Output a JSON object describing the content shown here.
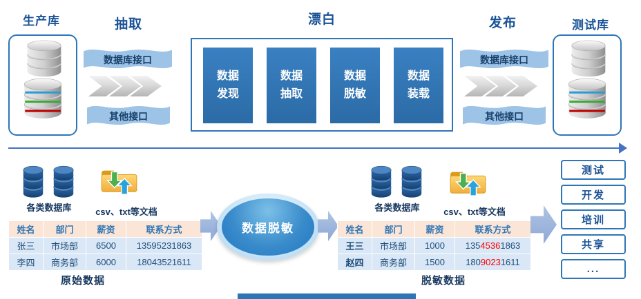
{
  "stages": {
    "production_db": "生产库",
    "extract": "抽取",
    "bleach": "漂白",
    "publish": "发布",
    "test_db": "测试库"
  },
  "interfaces": {
    "left_db": "数据库接口",
    "left_other": "其他接口",
    "right_db": "数据库接口",
    "right_other": "其他接口"
  },
  "process_boxes": [
    {
      "line1": "数据",
      "line2": "发现"
    },
    {
      "line1": "数据",
      "line2": "抽取"
    },
    {
      "line1": "数据",
      "line2": "脱敏"
    },
    {
      "line1": "数据",
      "line2": "装载"
    }
  ],
  "sources_left": {
    "db_label": "各类数据库",
    "file_label": "csv、txt等文档"
  },
  "sources_right": {
    "db_label": "各类数据库",
    "file_label": "csv、txt等文档"
  },
  "masking": {
    "label": "数据脱敏"
  },
  "original_table": {
    "caption": "原始数据",
    "headers": [
      "姓名",
      "部门",
      "薪资",
      "联系方式"
    ],
    "rows": [
      {
        "name": "张三",
        "dept": "市场部",
        "salary": "6500",
        "contact": "13595231863"
      },
      {
        "name": "李四",
        "dept": "商务部",
        "salary": "6000",
        "contact": "18043521611"
      }
    ]
  },
  "masked_table": {
    "caption": "脱敏数据",
    "headers": [
      "姓名",
      "部门",
      "薪资",
      "联系方式"
    ],
    "rows": [
      {
        "name": "王三",
        "dept": "市场部",
        "salary": "1000",
        "contact_pre": "135",
        "contact_masked": "4536",
        "contact_post": "1863"
      },
      {
        "name": "赵四",
        "dept": "商务部",
        "salary": "1500",
        "contact_pre": "180",
        "contact_masked": "9023",
        "contact_post": "1611"
      }
    ]
  },
  "targets": [
    "测试",
    "开发",
    "培训",
    "共享",
    "..."
  ],
  "colors": {
    "accent": "#2E75B6",
    "dark_blue": "#1F4E79",
    "banner_fill": "#9DC3E6",
    "table_header_bg": "#FBE5D6",
    "table_row_bg": "#D9E7F6",
    "masked_text": "#FF0000"
  }
}
